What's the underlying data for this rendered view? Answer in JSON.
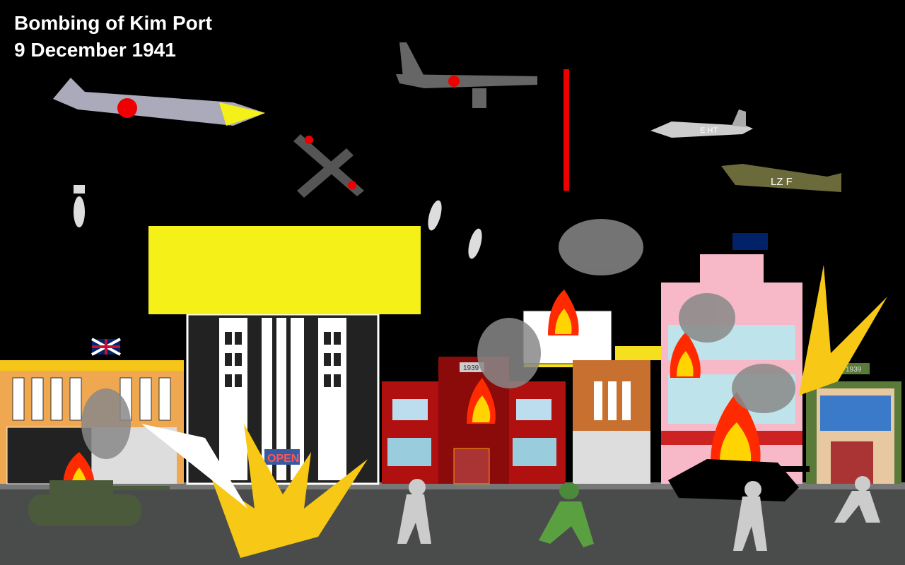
{
  "title": {
    "line1": "Bombing of Kim Port",
    "line2": "9 December 1941"
  },
  "signs": {
    "open": "OPEN",
    "year_left": "1939",
    "year_right": "1939"
  },
  "aircraft_markings": {
    "mosquito": "E HT",
    "spitfire": "LZ F"
  },
  "colors": {
    "sky": "#000000",
    "billboard": "#f5f018",
    "road": "#4a4c4c",
    "fire": "#ff2a00",
    "explosion": "#f7c815"
  }
}
